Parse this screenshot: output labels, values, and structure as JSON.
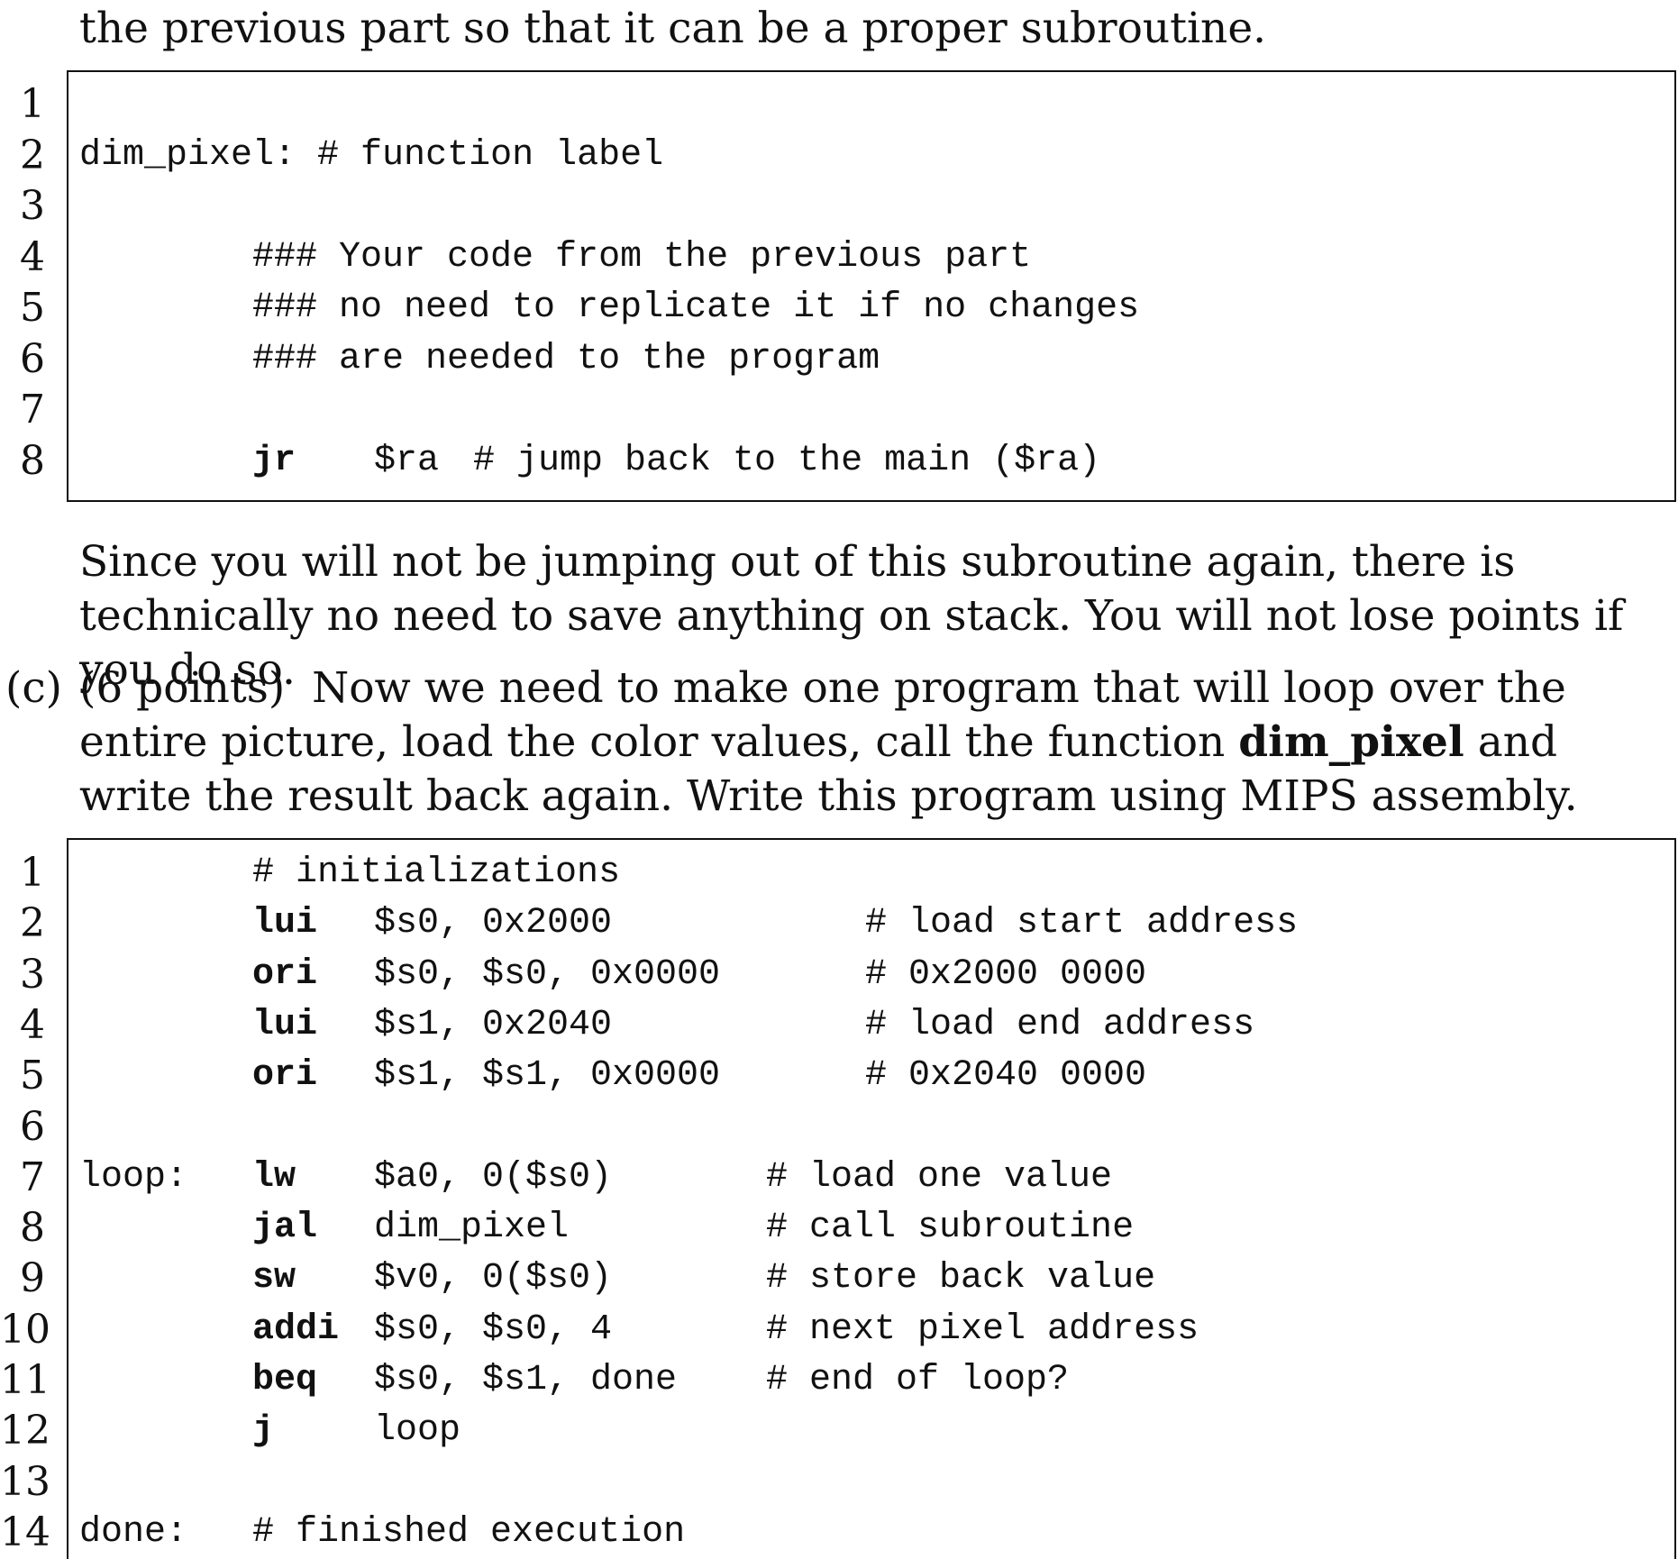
{
  "intro_tail": "the previous part so that it can be a proper subroutine.",
  "block1": {
    "lines": [
      {
        "n": "1",
        "label": "",
        "instr": "",
        "args": "",
        "comment": ""
      },
      {
        "n": "2",
        "label": "dim_pixel: # function label",
        "instr": "",
        "args": "",
        "comment": ""
      },
      {
        "n": "3",
        "label": "",
        "instr": "",
        "args": "",
        "comment": ""
      },
      {
        "n": "4",
        "label": "",
        "instr": "",
        "args": "",
        "comment": "### Your code from the previous part"
      },
      {
        "n": "5",
        "label": "",
        "instr": "",
        "args": "",
        "comment": "### no need to replicate it if no changes"
      },
      {
        "n": "6",
        "label": "",
        "instr": "",
        "args": "",
        "comment": "### are needed to the program"
      },
      {
        "n": "7",
        "label": "",
        "instr": "",
        "args": "",
        "comment": ""
      },
      {
        "n": "8",
        "label": "",
        "instr": "jr",
        "args": "$ra",
        "comment": "# jump back to the main ($ra)"
      }
    ]
  },
  "note": "Since you will not be jumping out of this subroutine again, there is technically no need to save anything on stack. You will not lose points if you do so.",
  "part_c": {
    "label": "(c)",
    "points": "(6 points)",
    "text_1": "Now we need to make one program that will loop over the entire picture, load the color values, call the function",
    "func_name": "dim_pixel",
    "text_2": "and write the result back again. Write this program using MIPS assembly."
  },
  "block2": {
    "lines": [
      {
        "n": "1",
        "label": "",
        "instr": "",
        "args": "",
        "comment": "# initializations"
      },
      {
        "n": "2",
        "label": "",
        "instr": "lui",
        "args": "$s0, 0x2000",
        "comment": "# load start address"
      },
      {
        "n": "3",
        "label": "",
        "instr": "ori",
        "args": "$s0, $s0, 0x0000",
        "comment": "# 0x2000 0000"
      },
      {
        "n": "4",
        "label": "",
        "instr": "lui",
        "args": "$s1, 0x2040",
        "comment": "# load end address"
      },
      {
        "n": "5",
        "label": "",
        "instr": "ori",
        "args": "$s1, $s1, 0x0000",
        "comment": "# 0x2040 0000"
      },
      {
        "n": "6",
        "label": "",
        "instr": "",
        "args": "",
        "comment": ""
      },
      {
        "n": "7",
        "label": "loop:",
        "instr": "lw",
        "args": "$a0, 0($s0)",
        "comment": "# load one value"
      },
      {
        "n": "8",
        "label": "",
        "instr": "jal",
        "args": "dim_pixel",
        "comment": "# call subroutine"
      },
      {
        "n": "9",
        "label": "",
        "instr": "sw",
        "args": "$v0, 0($s0)",
        "comment": "# store back value"
      },
      {
        "n": "10",
        "label": "",
        "instr": "addi",
        "args": "$s0, $s0, 4",
        "comment": "# next pixel address"
      },
      {
        "n": "11",
        "label": "",
        "instr": "beq",
        "args": "$s0, $s1, done",
        "comment": "# end of loop?"
      },
      {
        "n": "12",
        "label": "",
        "instr": "j",
        "args": "loop",
        "comment": ""
      },
      {
        "n": "13",
        "label": "",
        "instr": "",
        "args": "",
        "comment": ""
      },
      {
        "n": "14",
        "label": "done:",
        "instr": "",
        "args": "",
        "comment": "# finished execution"
      }
    ]
  }
}
